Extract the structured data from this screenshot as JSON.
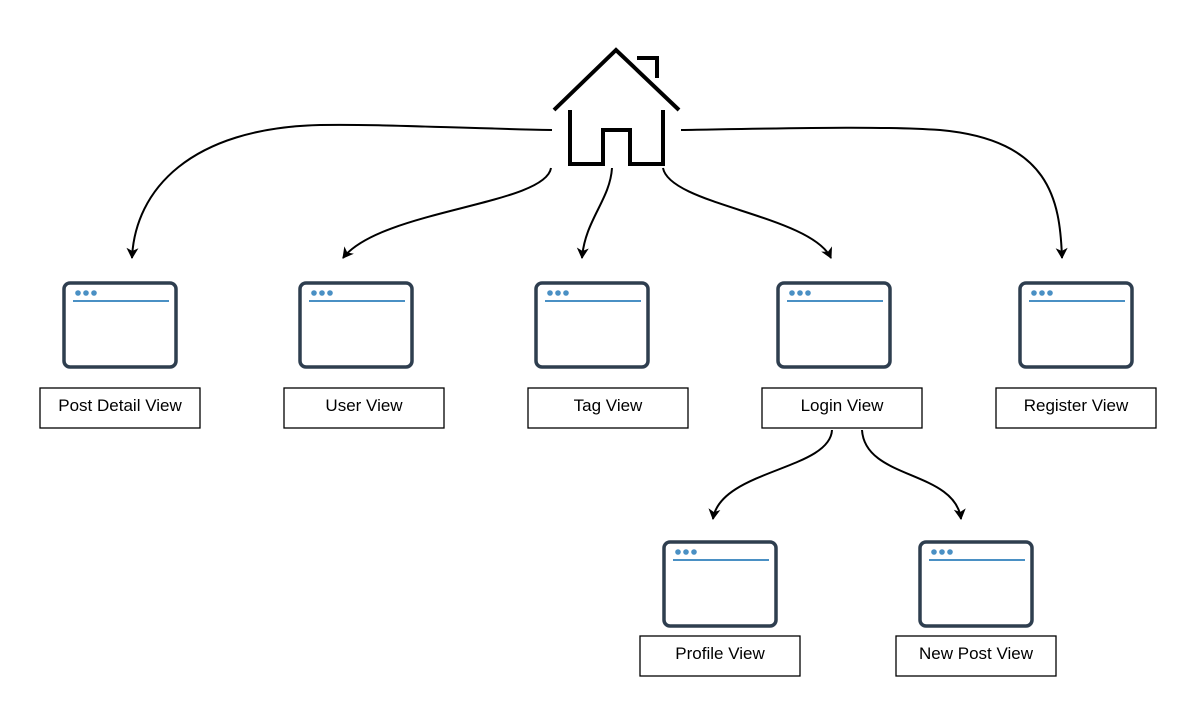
{
  "home": {
    "icon": "house-icon"
  },
  "colors": {
    "window_frame": "#2e3e4f",
    "window_accent": "#4a90c4",
    "line": "#000000"
  },
  "nodes": [
    {
      "id": "post-detail",
      "label": "Post Detail View",
      "icon": "browser-window-icon"
    },
    {
      "id": "user",
      "label": "User View",
      "icon": "browser-window-icon"
    },
    {
      "id": "tag",
      "label": "Tag View",
      "icon": "browser-window-icon"
    },
    {
      "id": "login",
      "label": "Login View",
      "icon": "browser-window-icon"
    },
    {
      "id": "register",
      "label": "Register View",
      "icon": "browser-window-icon"
    },
    {
      "id": "profile",
      "label": "Profile View",
      "icon": "browser-window-icon"
    },
    {
      "id": "new-post",
      "label": "New Post View",
      "icon": "browser-window-icon"
    }
  ],
  "edges": [
    {
      "from": "home",
      "to": "post-detail"
    },
    {
      "from": "home",
      "to": "user"
    },
    {
      "from": "home",
      "to": "tag"
    },
    {
      "from": "home",
      "to": "login"
    },
    {
      "from": "home",
      "to": "register"
    },
    {
      "from": "login",
      "to": "profile"
    },
    {
      "from": "login",
      "to": "new-post"
    }
  ]
}
